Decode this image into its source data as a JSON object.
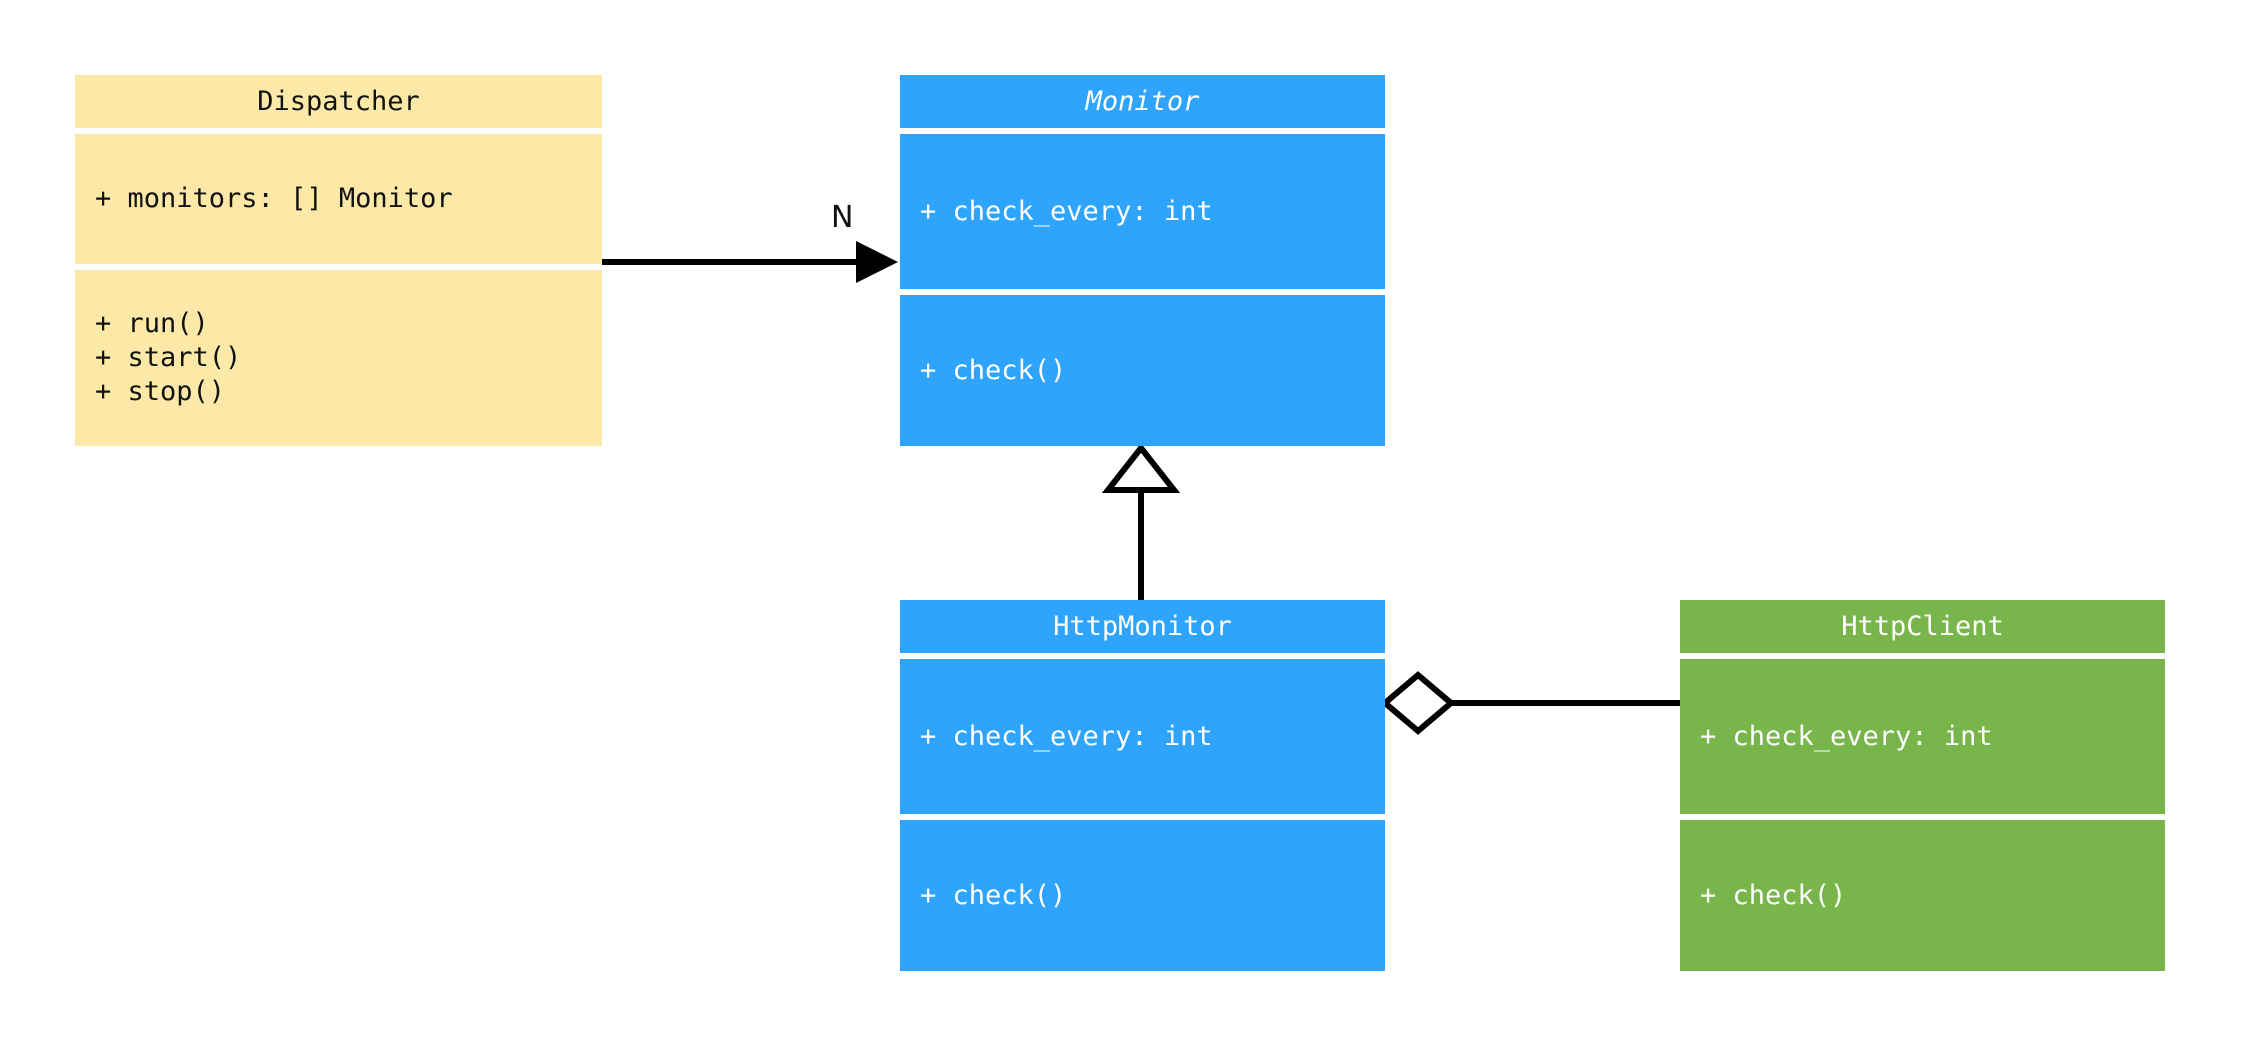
{
  "diagram": {
    "kind": "uml-class-diagram",
    "background": "#ffffff",
    "classes": [
      {
        "id": "dispatcher",
        "name": "Dispatcher",
        "abstract": false,
        "fill": "#fce9a8",
        "text_color": "#111111",
        "attributes": [
          "+ monitors: [] Monitor"
        ],
        "methods": [
          "+ run()",
          "+ start()",
          "+ stop()"
        ]
      },
      {
        "id": "monitor",
        "name": "Monitor",
        "abstract": true,
        "fill": "#2fa4fd",
        "text_color": "#ffffff",
        "attributes": [
          "+ check_every: int"
        ],
        "methods": [
          "+ check()"
        ]
      },
      {
        "id": "http-monitor",
        "name": "HttpMonitor",
        "abstract": false,
        "fill": "#2fa4fd",
        "text_color": "#ffffff",
        "attributes": [
          "+ check_every: int"
        ],
        "methods": [
          "+ check()"
        ]
      },
      {
        "id": "http-client",
        "name": "HttpClient",
        "abstract": false,
        "fill": "#78b54a",
        "text_color": "#ffffff",
        "attributes": [
          "+ check_every: int"
        ],
        "methods": [
          "+ check()"
        ]
      }
    ],
    "relations": [
      {
        "id": "dispatcher-to-monitor",
        "type": "association",
        "from": "Dispatcher",
        "to": "Monitor",
        "label": "N",
        "arrow": "filled-triangle",
        "stroke": "#000000"
      },
      {
        "id": "httpmonitor-inherits-monitor",
        "type": "generalization",
        "from": "HttpMonitor",
        "to": "Monitor",
        "label": "",
        "arrow": "hollow-triangle",
        "stroke": "#000000"
      },
      {
        "id": "httpmonitor-aggregates-httpclient",
        "type": "aggregation",
        "from": "HttpMonitor",
        "to": "HttpClient",
        "label": "",
        "arrow": "hollow-diamond",
        "stroke": "#000000"
      }
    ]
  }
}
